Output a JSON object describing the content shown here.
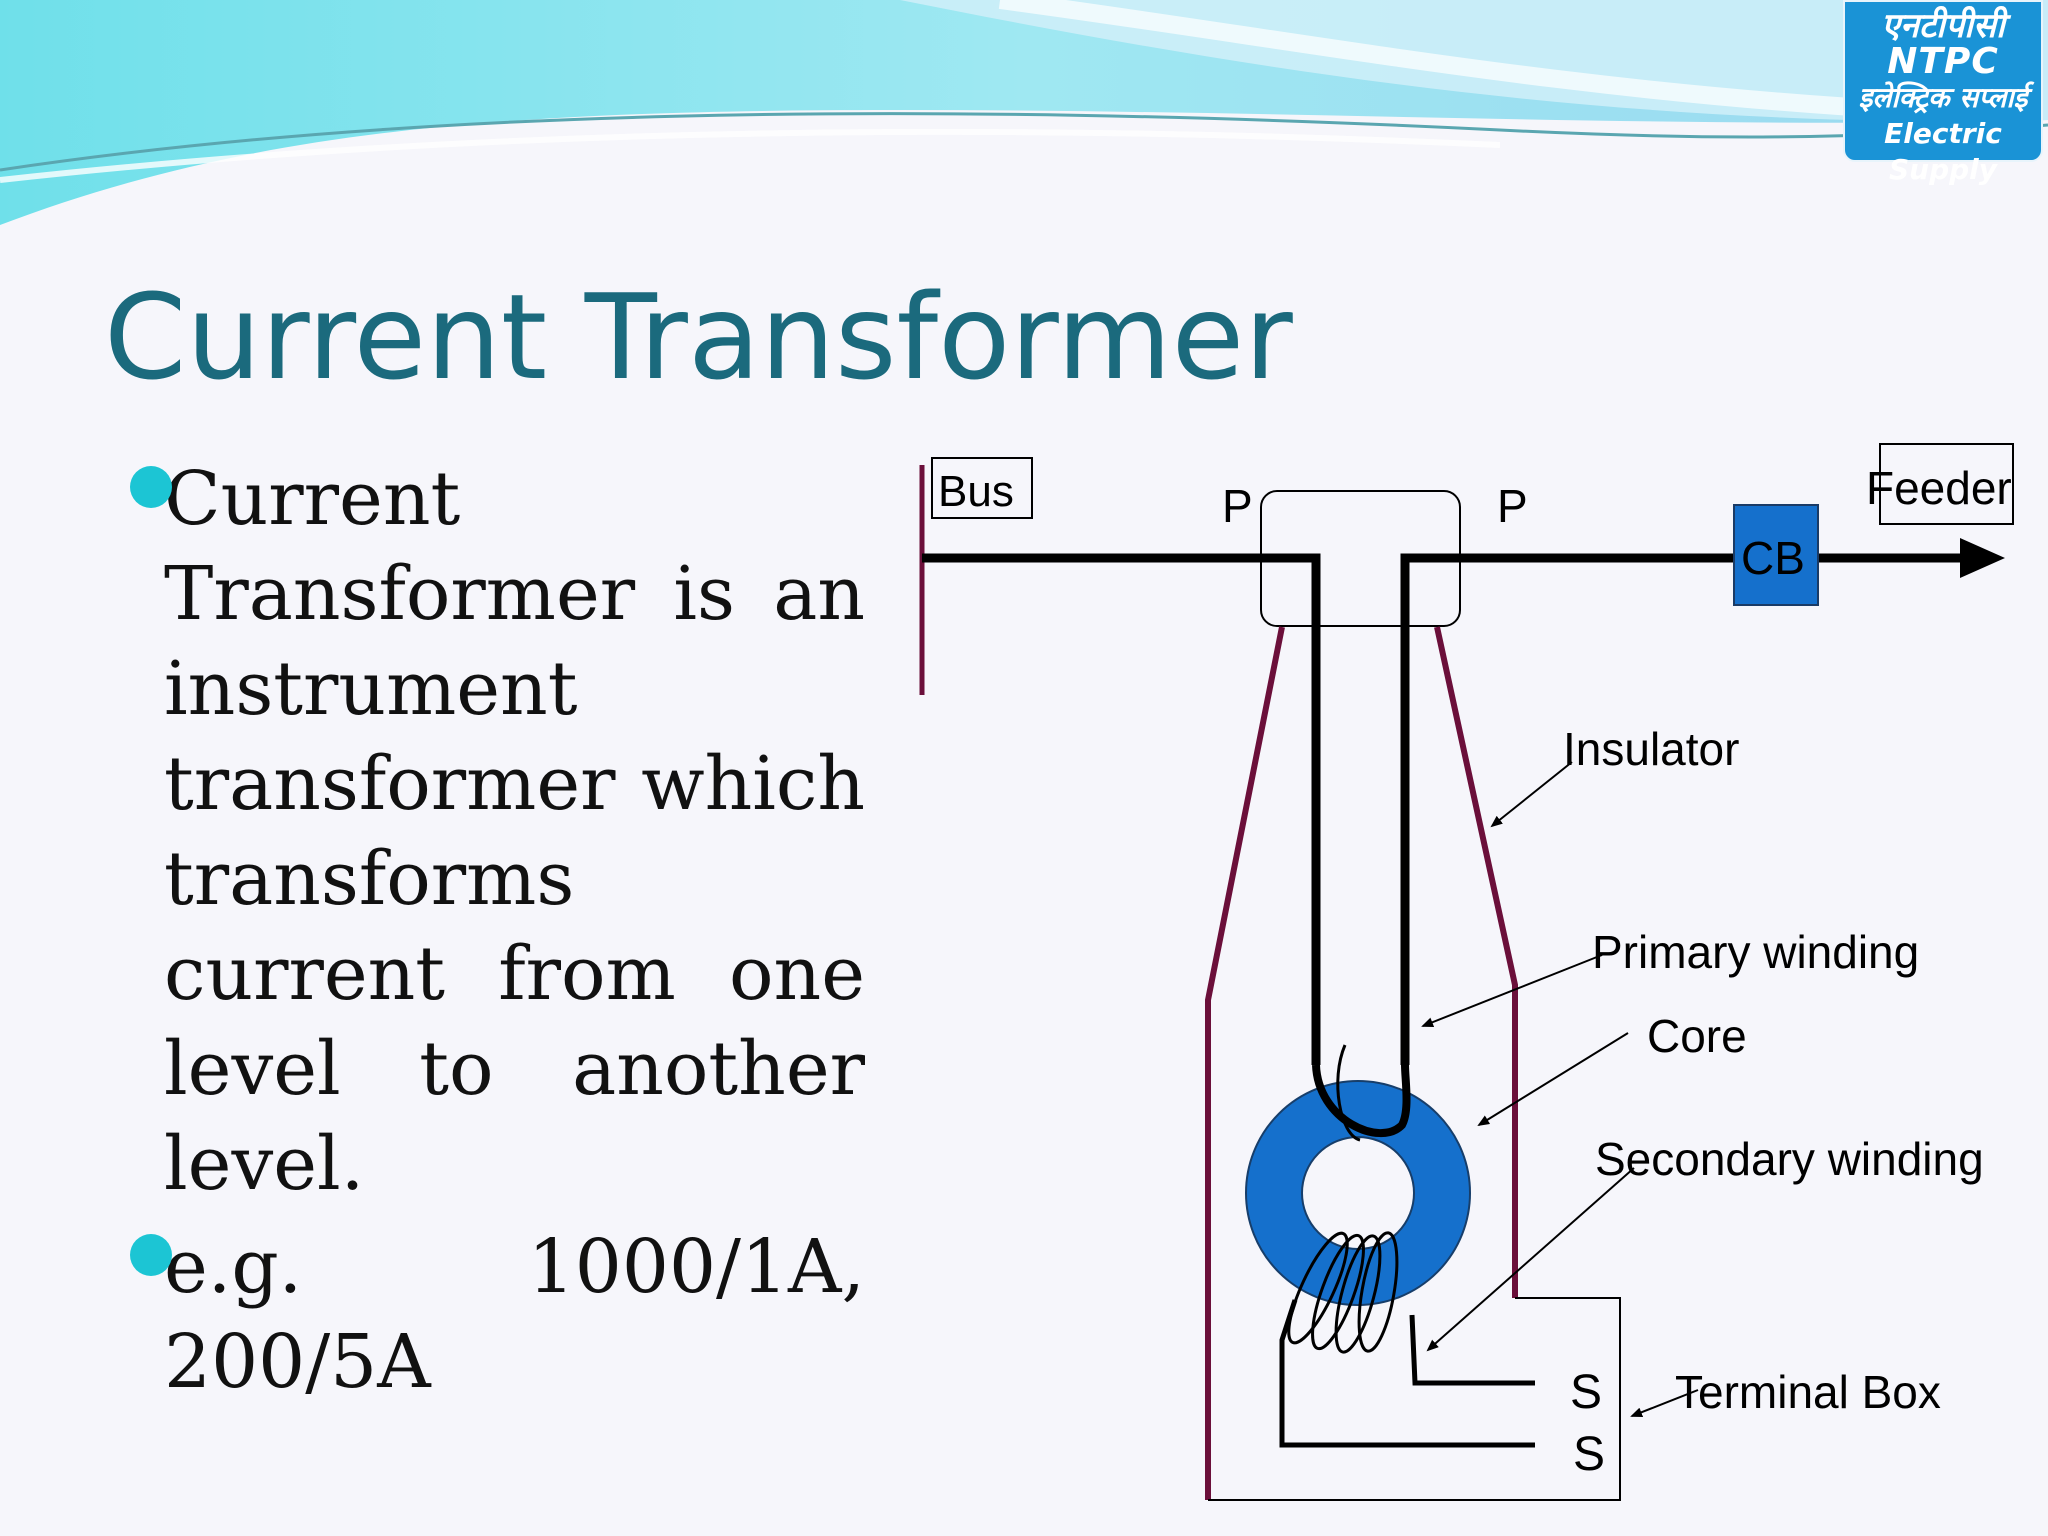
{
  "slide": {
    "title": "Current Transformer",
    "bullets": [
      "Current Transformer is an instrument transformer which transforms current from one level to another level.",
      "e.g. 1000/1A, 200/5A"
    ]
  },
  "logo": {
    "line1": "एनटीपीसी",
    "line2": "NTPC",
    "line3": "इलेक्ट्रिक सप्लाई",
    "line4": "Electric Supply"
  },
  "diagram": {
    "labels": {
      "bus": "Bus",
      "feeder": "Feeder",
      "cb": "CB",
      "p_left": "P",
      "p_right": "P",
      "insulator": "Insulator",
      "primary_winding": "Primary winding",
      "core": "Core",
      "secondary_winding": "Secondary winding",
      "terminal_box": "Terminal Box",
      "s_top": "S",
      "s_bottom": "S"
    }
  },
  "colors": {
    "title": "#1b6a7d",
    "bullet_dot": "#1cc5d4",
    "core": "#1570cc",
    "insulator": "#6b0f3a",
    "cb": "#1570cc",
    "logo": "#1a93d6"
  }
}
